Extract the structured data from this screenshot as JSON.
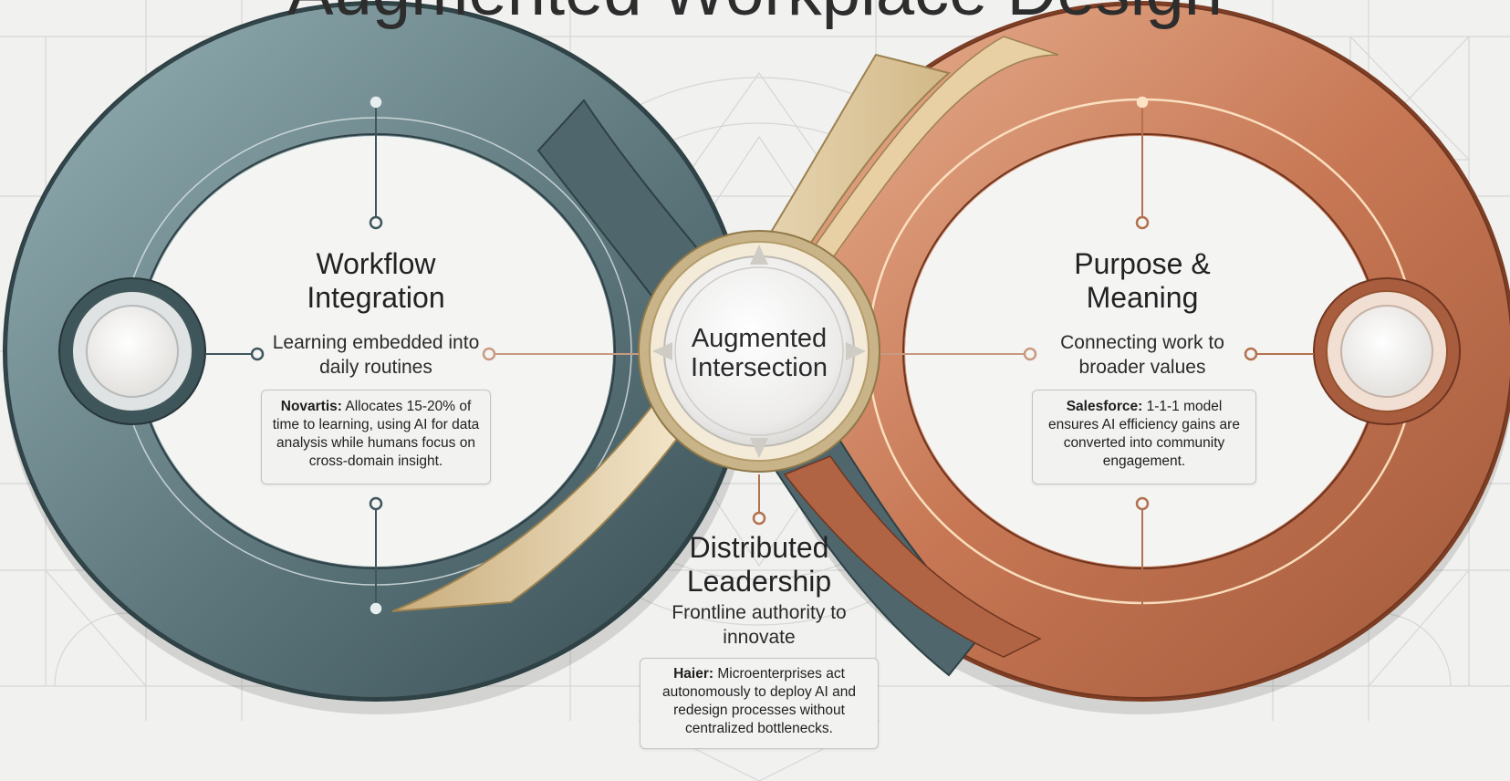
{
  "title": "Augmented Workplace Design",
  "center": {
    "label": "Augmented Intersection"
  },
  "pillars": [
    {
      "id": "workflow",
      "heading": "Workflow Integration",
      "subtitle": "Learning embedded into daily routines",
      "example_org": "Novartis:",
      "example_text": "Allocates 15-20% of time to learning, using AI for data analysis while humans focus on cross-domain insight."
    },
    {
      "id": "purpose",
      "heading": "Purpose & Meaning",
      "subtitle": "Connecting work to broader values",
      "example_org": "Salesforce:",
      "example_text": "1-1-1 model ensures AI efficiency gains are converted into community engagement."
    },
    {
      "id": "leadership",
      "heading": "Distributed Leadership",
      "subtitle": "Frontline authority to innovate",
      "example_org": "Haier:",
      "example_text": "Microenterprises act autonomously to deploy AI and redesign processes without centralized bottlenecks."
    }
  ],
  "colors": {
    "background": "#f1f1f0",
    "left_loop": "#5f7a80",
    "right_loop": "#c87a58",
    "cross_band": "#e6d3ac",
    "node_left": "#3f575c",
    "node_right": "#b2714f"
  }
}
